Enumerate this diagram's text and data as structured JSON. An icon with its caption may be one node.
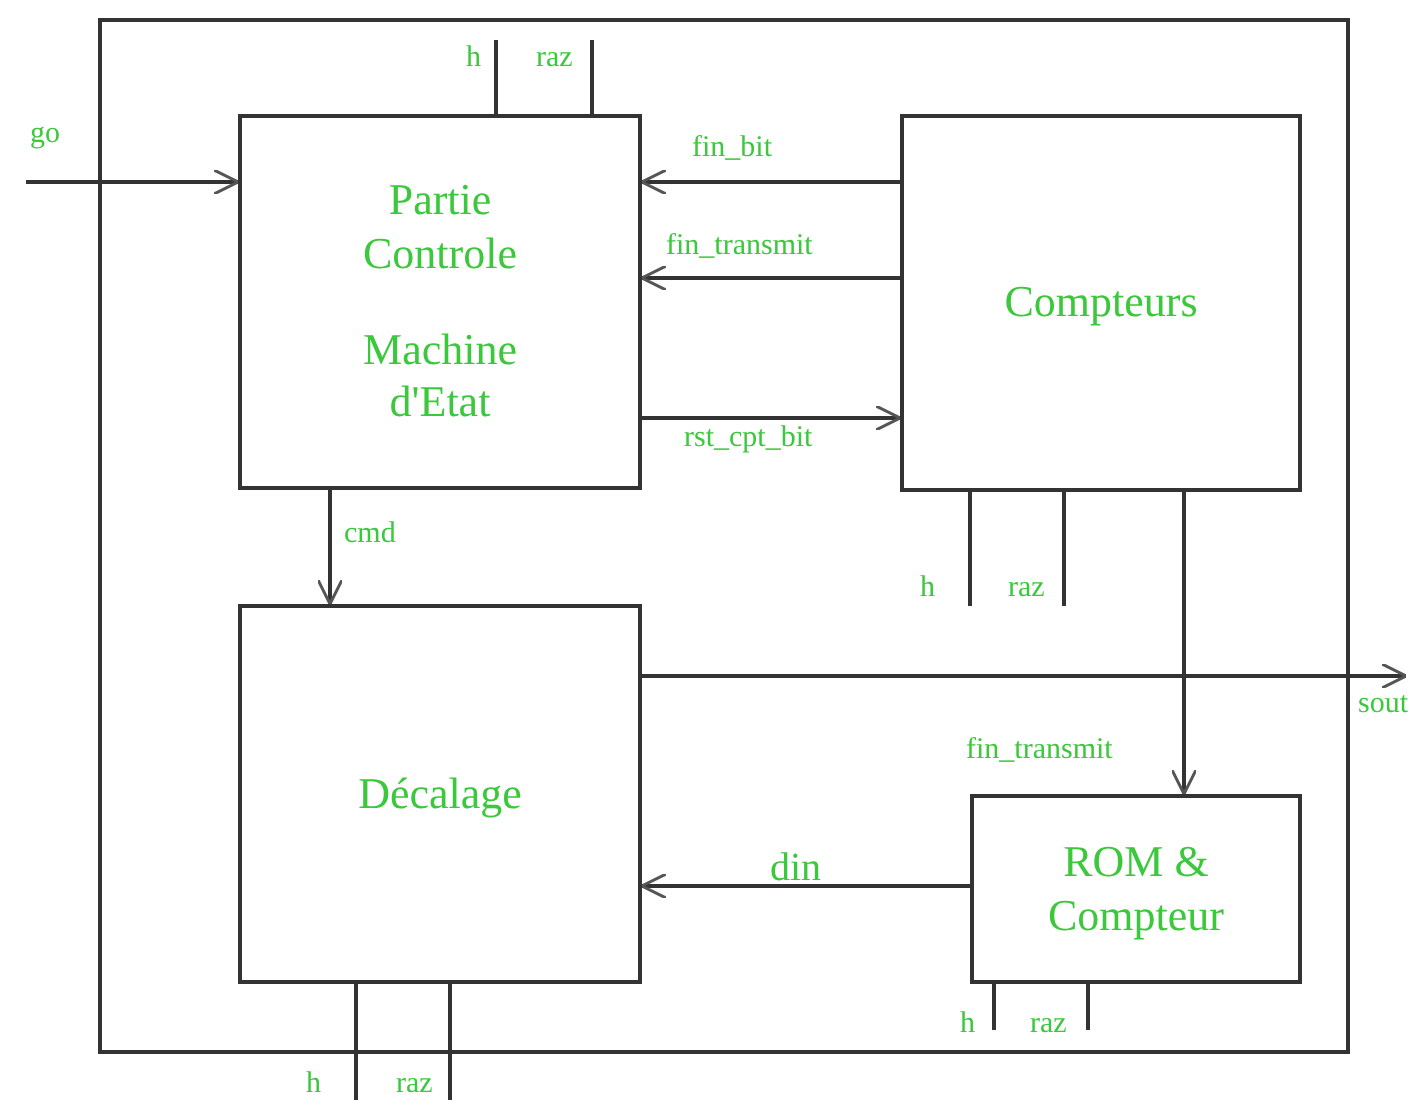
{
  "diagram": {
    "nodes": [
      {
        "text": [],
        "shape": "box"
      },
      {
        "text": [
          "Partie Controle",
          "Machine d'Etat"
        ],
        "in": 0
      },
      {
        "text": [
          "Compteurs"
        ],
        "in": 0
      },
      {
        "text": [
          "Décalage"
        ],
        "in": 0
      },
      {
        "text": [
          "ROM & Compteur"
        ],
        "in": 0
      }
    ],
    "edges": [
      {
        "from": null,
        "to": 1,
        "arrow": "to",
        "label": "go"
      },
      {
        "from": 1,
        "to": null,
        "arrow": "none",
        "label": "h"
      },
      {
        "from": 1,
        "to": null,
        "arrow": "none",
        "label": "raz"
      },
      {
        "from": 2,
        "to": 1,
        "arrow": "to",
        "label": "fin_bit"
      },
      {
        "from": 2,
        "to": 1,
        "arrow": "to",
        "label": "fin_transmit"
      },
      {
        "from": 1,
        "to": 2,
        "arrow": "to",
        "label": "rst_cpt_bit"
      },
      {
        "from": 2,
        "to": null,
        "arrow": "none",
        "label": "h"
      },
      {
        "from": 2,
        "to": null,
        "arrow": "none",
        "label": "raz"
      },
      {
        "from": 1,
        "to": 3,
        "arrow": "to",
        "label": "cmd"
      },
      {
        "from": 3,
        "to": null,
        "arrow": "to",
        "label": "sout"
      },
      {
        "from": 2,
        "to": 4,
        "arrow": "to",
        "label": "fin_transmit"
      },
      {
        "from": 4,
        "to": 3,
        "arrow": "to",
        "label": "din"
      },
      {
        "from": 4,
        "to": null,
        "arrow": "none",
        "label": "h"
      },
      {
        "from": 4,
        "to": null,
        "arrow": "none",
        "label": "raz"
      },
      {
        "from": 3,
        "to": null,
        "arrow": "none",
        "label": "h"
      },
      {
        "from": 3,
        "to": null,
        "arrow": "none",
        "label": "raz"
      }
    ]
  }
}
